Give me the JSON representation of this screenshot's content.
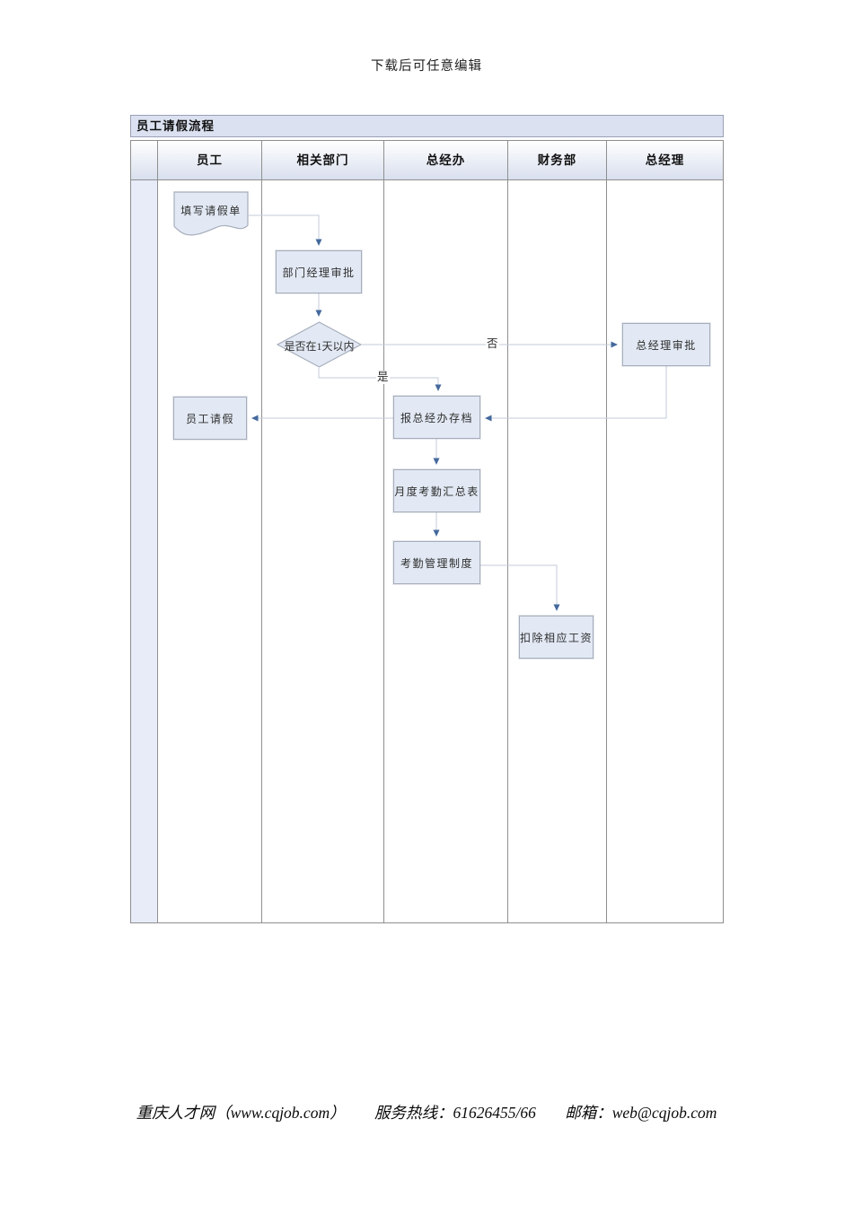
{
  "page": {
    "top_note": "下载后可任意编辑",
    "footer": {
      "site": "重庆人才网（www.cqjob.com）",
      "hotline": "服务热线：61626455/66",
      "email": "邮箱：web@cqjob.com"
    }
  },
  "flowchart": {
    "title": "员工请假流程",
    "lanes": [
      "员工",
      "相关部门",
      "总经办",
      "财务部",
      "总经理"
    ],
    "nodes": [
      {
        "id": "fill-leave-form",
        "shape": "document",
        "lane": "员工",
        "label": "填写请假单"
      },
      {
        "id": "dept-manager-approve",
        "shape": "rect",
        "lane": "相关部门",
        "label": "部门经理审批"
      },
      {
        "id": "within-one-day",
        "shape": "diamond",
        "lane": "相关部门",
        "label": "是否在1天以内"
      },
      {
        "id": "gm-approve",
        "shape": "rect",
        "lane": "总经理",
        "label": "总经理审批"
      },
      {
        "id": "employee-on-leave",
        "shape": "rect",
        "lane": "员工",
        "label": "员工请假"
      },
      {
        "id": "file-with-gm-office",
        "shape": "rect",
        "lane": "总经办",
        "label": "报总经办存档"
      },
      {
        "id": "monthly-attendance",
        "shape": "rect",
        "lane": "总经办",
        "label": "月度考勤汇总表"
      },
      {
        "id": "attendance-policy",
        "shape": "rect",
        "lane": "总经办",
        "label": "考勤管理制度"
      },
      {
        "id": "deduct-wages",
        "shape": "rect",
        "lane": "财务部",
        "label": "扣除相应工资"
      }
    ],
    "edge_labels": {
      "yes": "是",
      "no": "否"
    },
    "colors": {
      "node_fill": "#e2e9f4",
      "node_border": "#a6adbb",
      "connector_line": "#c3cbd9",
      "arrow_head": "#44699d",
      "lane_border": "#8f8f8f",
      "title_bar_bg": "#dbe1f0",
      "strip_bg": "#e7ecf8",
      "header_gradient_top": "#ffffff",
      "header_gradient_bottom": "#d8dfee"
    }
  }
}
